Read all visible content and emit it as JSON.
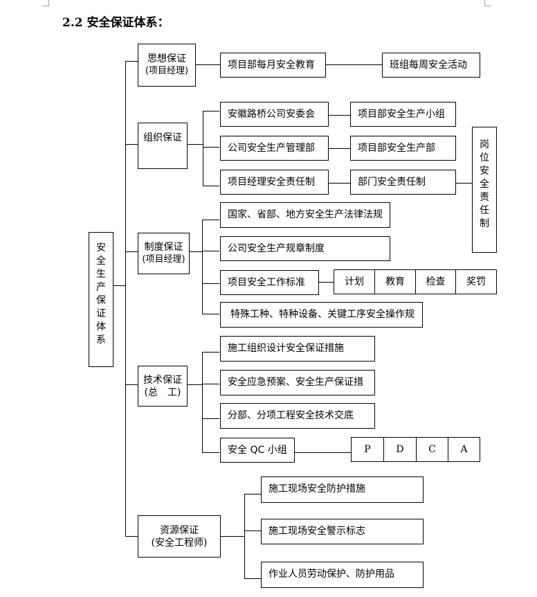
{
  "title": "2.2 安全保证体系：",
  "root": "安全生产保证体系",
  "branches": {
    "thought": {
      "line1": "思想保证",
      "line2": "(项目经理)"
    },
    "org": {
      "line1": "组织保证"
    },
    "system": {
      "line1": "制度保证",
      "line2": "(项目经理)"
    },
    "tech": {
      "line1": "技术保证",
      "line2": "(总　工)"
    },
    "resource": {
      "line1": "资源保证",
      "line2": "(安全工程师)"
    }
  },
  "thought_items": [
    "项目部每月安全教育",
    "班组每周安全活动"
  ],
  "org_items": [
    [
      "安徽路桥公司安委会",
      "项目部安全生产小组"
    ],
    [
      "公司安全生产管理部",
      "项目部安全生产部"
    ],
    [
      "项目经理安全责任制",
      "部门安全责任制"
    ]
  ],
  "post_responsibility": "岗位安全责任制",
  "system_items": [
    "国家、省部、地方安全生产法律法规",
    "公司安全生产规章制度",
    "项目安全工作标准",
    "特殊工种、特种设备、关键工序安全操作规"
  ],
  "standard_items": [
    "计划",
    "教育",
    "检查",
    "奖罚"
  ],
  "tech_items": [
    "施工组织设计安全保证措施",
    "安全应急预案、安全生产保证措",
    "分部、分项工程安全技术交底",
    "安全 QC 小组"
  ],
  "pdca": [
    "P",
    "D",
    "C",
    "A"
  ],
  "resource_items": [
    "施工现场安全防护措施",
    "施工现场安全警示标志",
    "作业人员劳动保护、防护用品"
  ]
}
